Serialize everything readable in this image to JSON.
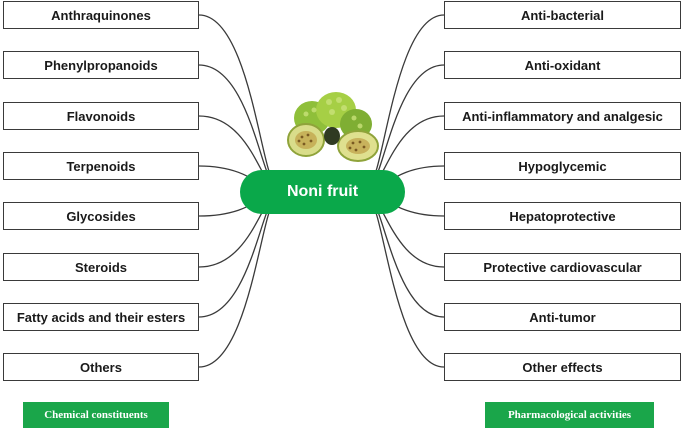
{
  "center_label": "Noni fruit",
  "left_items": [
    "Anthraquinones",
    "Phenylpropanoids",
    "Flavonoids",
    "Terpenoids",
    "Glycosides",
    "Steroids",
    "Fatty acids and their esters",
    "Others"
  ],
  "right_items": [
    "Anti-bacterial",
    "Anti-oxidant",
    "Anti-inflammatory and analgesic",
    "Hypoglycemic",
    "Hepatoprotective",
    "Protective cardiovascular",
    "Anti-tumor",
    "Other effects"
  ],
  "categories": {
    "left": "Chemical constituents",
    "right": "Pharmacological activities"
  },
  "colors": {
    "accent": "#0aa84a",
    "line": "#3a3a3a"
  },
  "image": {
    "icon": "noni-fruit-illustration"
  }
}
